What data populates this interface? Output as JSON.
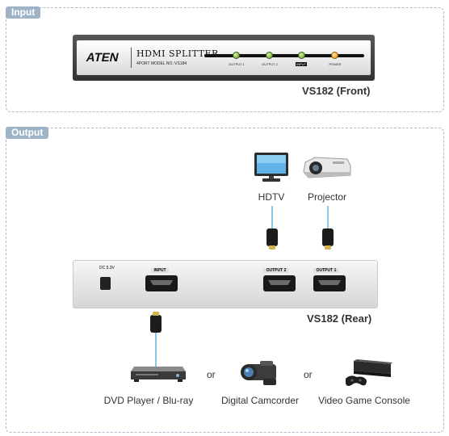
{
  "input": {
    "tab_label": "Input",
    "front": {
      "logo": "ATEN",
      "title": "HDMI SPLITTER",
      "model": "4PORT  MODEL NO.:VS184",
      "led_labels": [
        "OUTPUT 1",
        "OUTPUT 2",
        "INPUT",
        "POWER"
      ]
    },
    "caption": "VS182 (Front)"
  },
  "output": {
    "tab_label": "Output",
    "display_labels": [
      "HDTV",
      "Projector"
    ],
    "rear": {
      "dc_label": "DC 5.3V",
      "port_labels": [
        "INPUT",
        "OUTPUT 2",
        "OUTPUT 1"
      ]
    },
    "caption": "VS182 (Rear)",
    "source_labels": [
      "DVD Player / Blu-ray",
      "Digital Camcorder",
      "Video Game Console"
    ],
    "or_text": "or"
  },
  "colors": {
    "section_border": "#a9bccd",
    "tab_bg": "#9fb3c6",
    "cable": "#8ec6e6",
    "led_green": "#5a9a1f",
    "led_orange": "#e6930d"
  }
}
